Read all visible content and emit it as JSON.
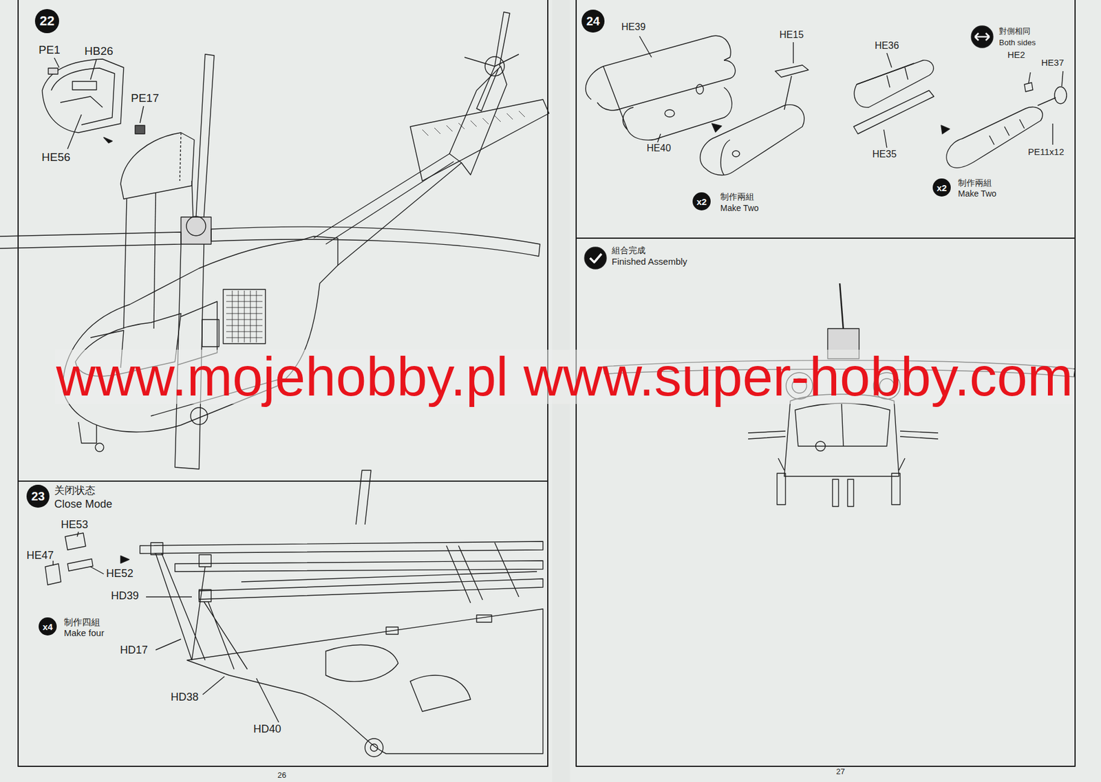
{
  "diagram": {
    "nodes": [
      {
        "text": [
          "22"
        ]
      },
      {
        "text": [
          "23"
        ]
      },
      {
        "text": [
          "x4"
        ]
      },
      {
        "text": [
          "24"
        ]
      },
      {
        "text": [
          "x2"
        ]
      },
      {
        "text": [
          "x2"
        ]
      }
    ],
    "labels": [
      "PE1",
      "HB26",
      "PE17",
      "HE56",
      "关闭状态",
      "Close Mode",
      "HE53",
      "HE47",
      "HE52",
      "HD39",
      "制作四組",
      "Make four",
      "HD17",
      "HD38",
      "HD40",
      "26",
      "HE39",
      "HE15",
      "HE36",
      "對側相同",
      "Both sides",
      "HE2",
      "HE37",
      "HE40",
      "HE35",
      "PE11x12",
      "制作兩組",
      "Make Two",
      "制作兩組",
      "Make Two",
      "組合完成",
      "Finished Assembly",
      "27",
      "www.mojehobby.pl www.super-hobby.com"
    ]
  }
}
